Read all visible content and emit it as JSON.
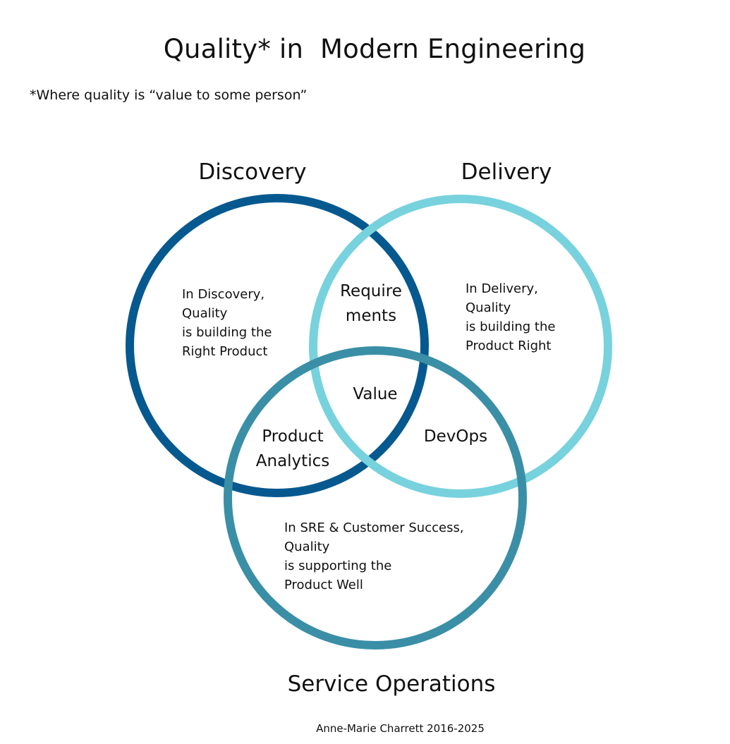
{
  "title": "Quality* in  Modern Engineering",
  "subtitle": "*Where quality is “value to some person”",
  "circles": {
    "discovery": {
      "title": "Discovery",
      "description": [
        "In Discovery,",
        "Quality",
        "is building the",
        "Right Product"
      ],
      "color": "#06598f"
    },
    "delivery": {
      "title": "Delivery",
      "description": [
        "In Delivery,",
        "Quality",
        "is building the",
        "Product Right"
      ],
      "color": "#77d2dd"
    },
    "service": {
      "title": "Service Operations",
      "description": [
        "In SRE & Customer Success,",
        "Quality",
        "is supporting the",
        "Product Well"
      ],
      "color": "#3a8fa6"
    }
  },
  "overlaps": {
    "requirements": [
      "Require",
      "ments"
    ],
    "value": "Value",
    "product_analytics": [
      "Product",
      "Analytics"
    ],
    "devops": "DevOps"
  },
  "credit": "Anne-Marie Charrett 2016-2025"
}
